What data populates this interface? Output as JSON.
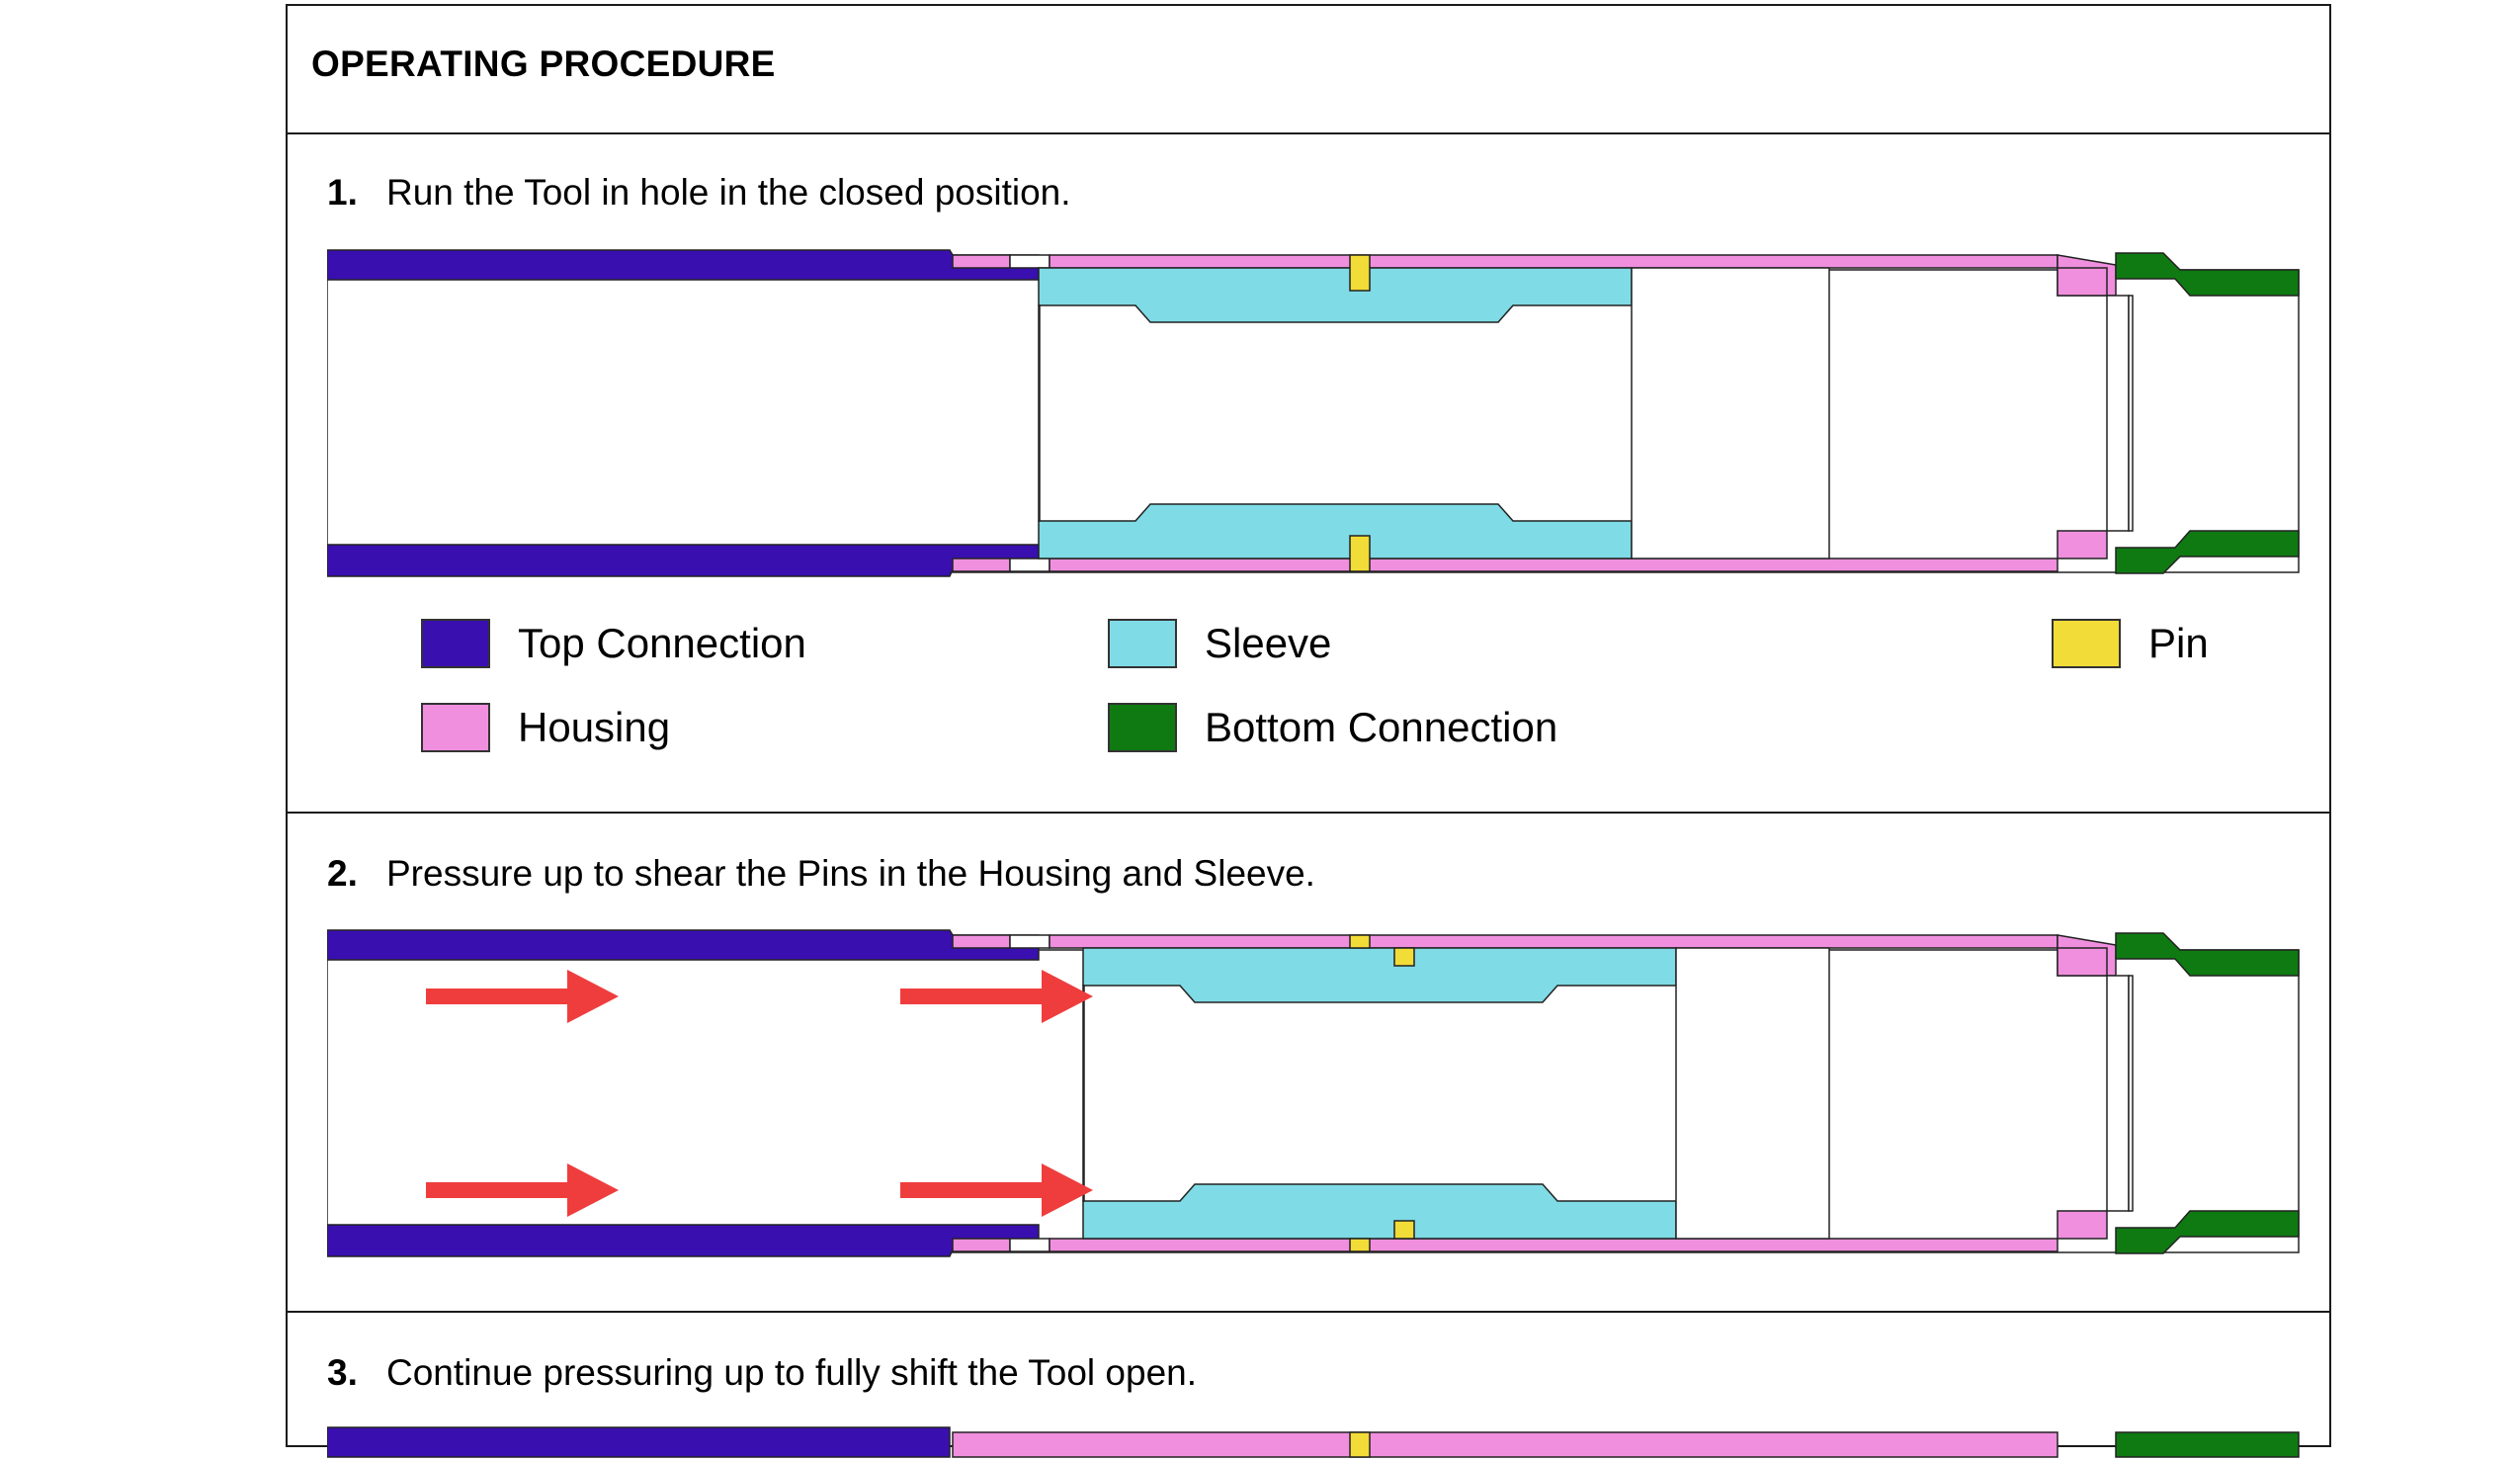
{
  "header": {
    "title": "OPERATING PROCEDURE"
  },
  "steps": [
    {
      "number": "1.",
      "text": "Run the Tool in hole in the closed position."
    },
    {
      "number": "2.",
      "text": "Pressure up to shear the Pins in the Housing and Sleeve."
    },
    {
      "number": "3.",
      "text": "Continue pressuring up to fully shift the Tool open."
    }
  ],
  "legend": {
    "top_connection": {
      "label": "Top Connection",
      "color": "#3a0fb0"
    },
    "housing": {
      "label": "Housing",
      "color": "#ef8fde"
    },
    "sleeve": {
      "label": "Sleeve",
      "color": "#7fdbe5"
    },
    "bottom_connection": {
      "label": "Bottom Connection",
      "color": "#0f7a12"
    },
    "pin": {
      "label": "Pin",
      "color": "#f2dc37"
    }
  },
  "colors": {
    "arrow": "#ef3d3d",
    "outline": "#222222"
  }
}
